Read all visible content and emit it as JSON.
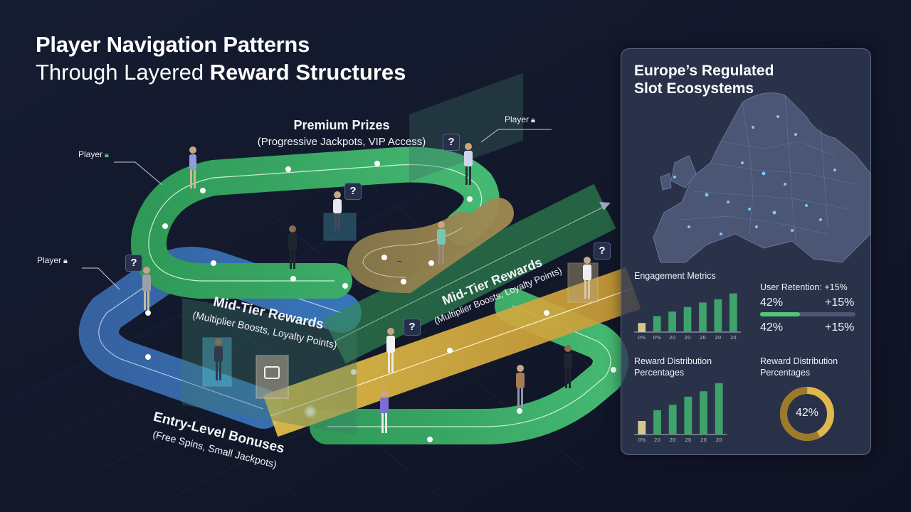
{
  "title": {
    "line1": "Player Navigation Patterns",
    "line2_plain": "Through Layered ",
    "line2_bold": "Reward Structures"
  },
  "tiers": {
    "premium": {
      "name": "Premium Prizes",
      "detail": "(Progressive Jackpots, VIP Access)"
    },
    "mid_left": {
      "name": "Mid-Tier Rewards",
      "detail": "(Multiplier Boosts, Loyalty Points)"
    },
    "mid_right": {
      "name": "Mid-Tier Rewards",
      "detail": "(Multiplier Boosts, Loyalty Points)"
    },
    "entry": {
      "name": "Entry-Level Bonuses",
      "detail": "(Free Spins, Small Jackpots)"
    }
  },
  "player_tags": [
    {
      "text": "Player",
      "icon": "lock-icon",
      "color": "#4ec77a"
    },
    {
      "text": "Player",
      "icon": "lock-icon",
      "color": "#e7ebf3"
    },
    {
      "text": "Player",
      "icon": "lock-icon",
      "color": "#e7ebf3"
    }
  ],
  "mystery_marker": "?",
  "panel": {
    "title_line1": "Europe’s Regulated",
    "title_line2": "Slot Ecosystems",
    "engagement": {
      "title": "Engagement Metrics",
      "ticks": [
        "0%",
        "0%",
        "20",
        "20",
        "20",
        "20",
        "20"
      ],
      "values": [
        0.2,
        0.35,
        0.45,
        0.55,
        0.65,
        0.72,
        0.85
      ],
      "colors": [
        "#d6c88a",
        "#3ea36a",
        "#3ea36a",
        "#3ea36a",
        "#3ea36a",
        "#3ea36a",
        "#3ea36a"
      ]
    },
    "retention": {
      "label": "User Retention: +15%",
      "row1_left": "42%",
      "row1_right": "+15%",
      "row2_left": "42%",
      "row2_right": "+15%",
      "progress": 0.42
    },
    "reward_distribution_left": {
      "title_line1": "Reward Distribution",
      "title_line2": "Percentages",
      "ticks": [
        "0%",
        "20",
        "20",
        "20",
        "20",
        "20"
      ],
      "values": [
        0.25,
        0.45,
        0.55,
        0.7,
        0.8,
        0.95
      ],
      "colors": [
        "#d6c88a",
        "#3ea36a",
        "#3ea36a",
        "#3ea36a",
        "#3ea36a",
        "#3ea36a"
      ]
    },
    "reward_distribution_right": {
      "title_line1": "Reward Distribution",
      "title_line2": "Percentages",
      "donut_label": "42%",
      "donut_value": 0.42
    }
  },
  "colors": {
    "background": "#13182b",
    "green_track": "#3aa865",
    "gold_track": "#c9a740",
    "blue_track": "#4173b8",
    "accent_green": "#4ec77a",
    "accent_gold": "#d9b44a"
  }
}
